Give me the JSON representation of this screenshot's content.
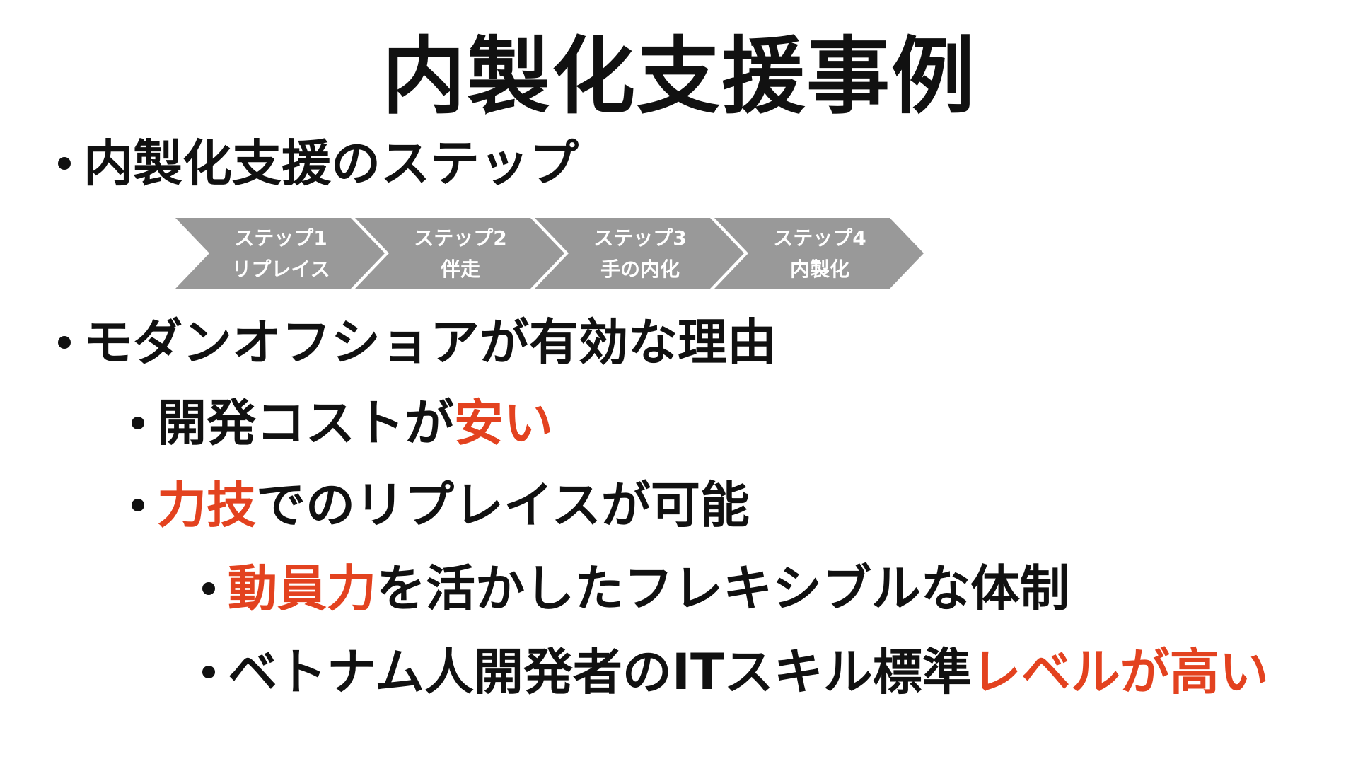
{
  "title": "内製化支援事例",
  "colors": {
    "text": "#111111",
    "accent": "#e3421f",
    "step_fill": "#999999",
    "background": "#ffffff"
  },
  "bullets": {
    "steps_heading": "内製化支援のステップ",
    "reason_heading": "モダンオフショアが有効な理由",
    "cost": {
      "before": "開発コストが",
      "accent": "安い"
    },
    "force": {
      "accent": "力技",
      "after": "でのリプレイスが可能"
    },
    "mobilize": {
      "accent": "動員力",
      "after": "を活かしたフレキシブルな体制"
    },
    "vietnam": {
      "before": "ベトナム人開発者のITスキル標準",
      "accent": "レベルが高い"
    }
  },
  "steps": [
    {
      "line1": "ステップ1",
      "line2": "リプレイス"
    },
    {
      "line1": "ステップ2",
      "line2": "伴走"
    },
    {
      "line1": "ステップ3",
      "line2": "手の内化"
    },
    {
      "line1": "ステップ4",
      "line2": "内製化"
    }
  ]
}
